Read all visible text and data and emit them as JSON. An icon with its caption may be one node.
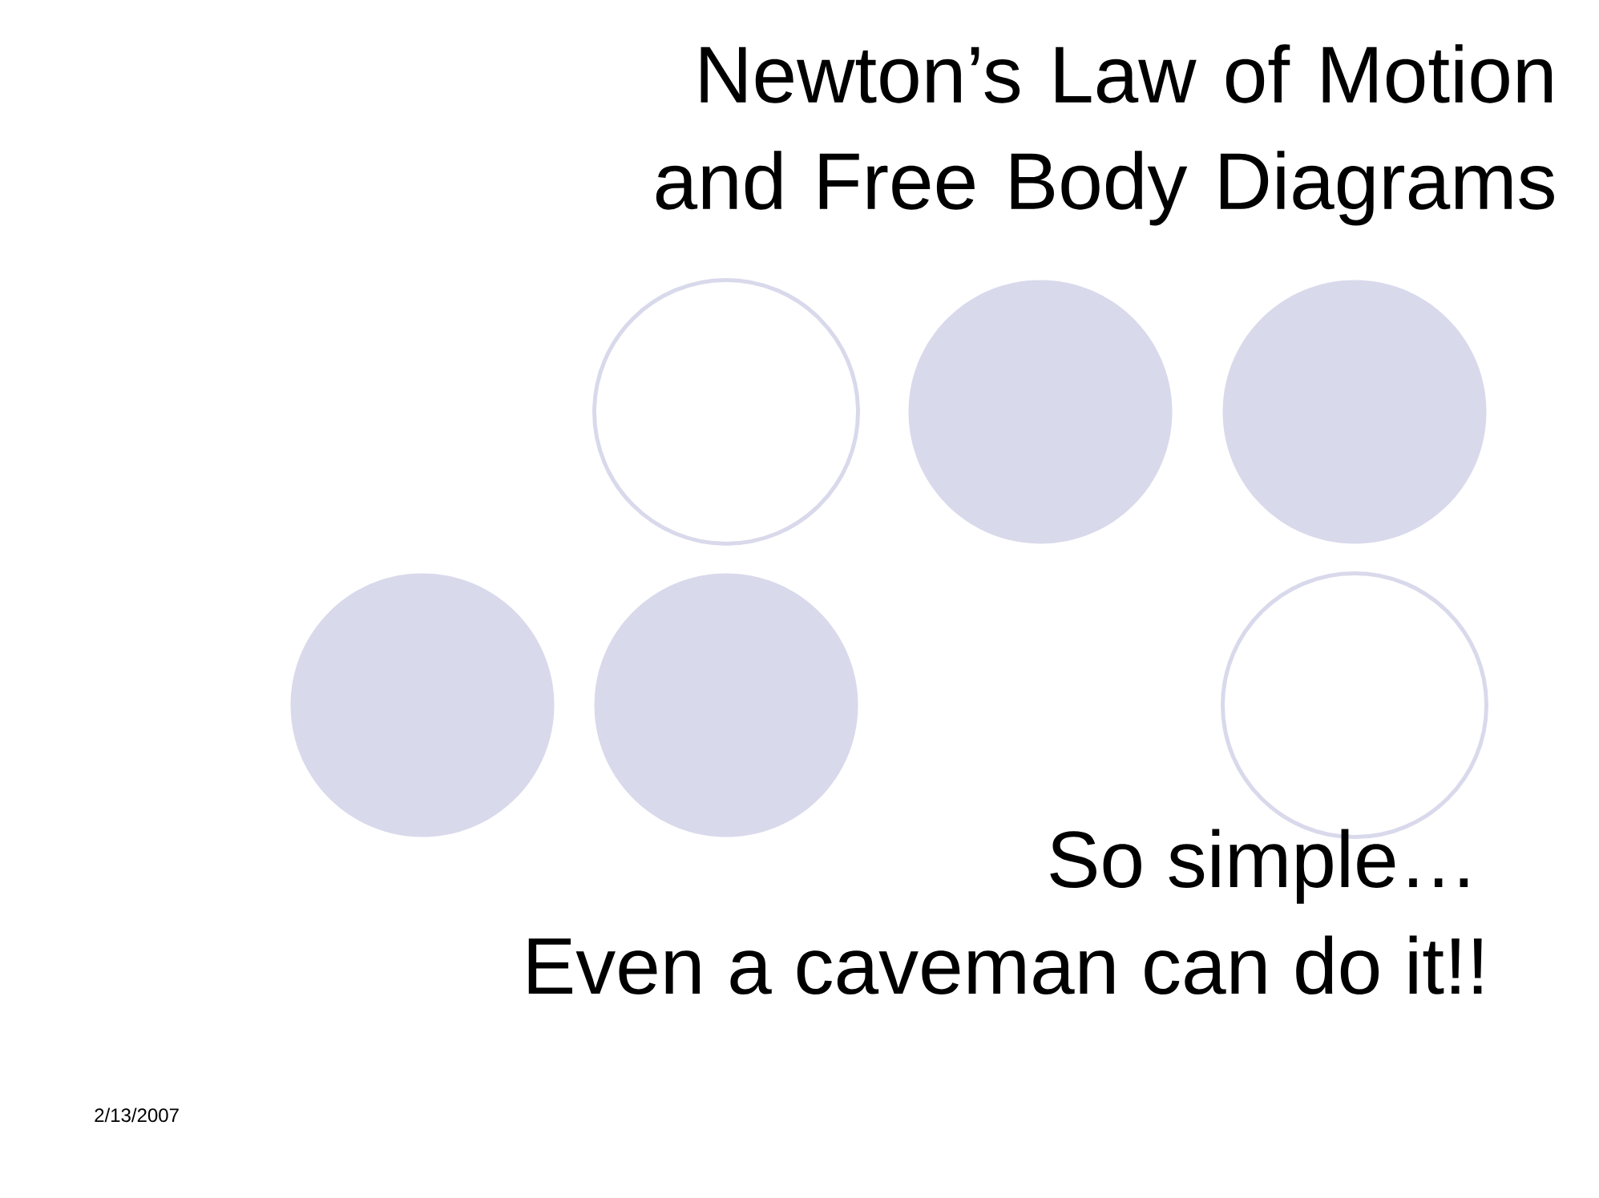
{
  "diagram": {
    "title": "Newton’s Law of Motion and Free Body Diagrams",
    "nodes": [
      {
        "text": [],
        "shape": "circle"
      },
      {
        "text": [],
        "shape": "circle"
      },
      {
        "text": [],
        "shape": "circle"
      },
      {
        "text": [],
        "shape": "circle"
      },
      {
        "text": [],
        "shape": "circle"
      },
      {
        "text": [],
        "shape": "circle"
      }
    ],
    "labels": [
      "So simple…",
      "Even a caveman can do it!!",
      "2/13/2007"
    ]
  }
}
